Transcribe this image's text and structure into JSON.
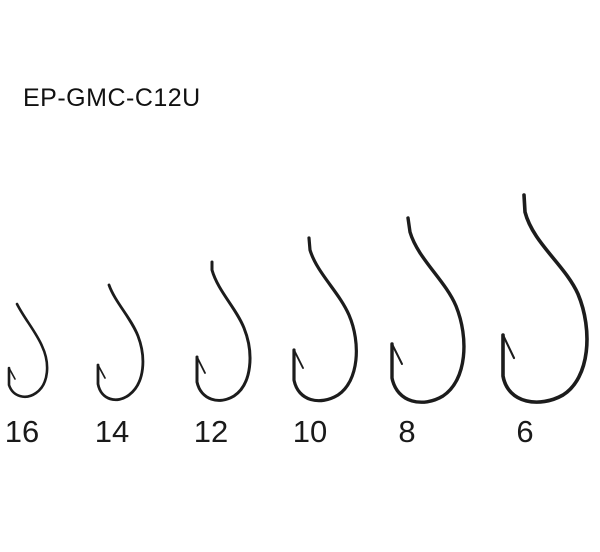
{
  "product": {
    "model_code": "EP-GMC-C12U"
  },
  "hooks": [
    {
      "size_label": "16",
      "icon": "fishing-hook-icon"
    },
    {
      "size_label": "14",
      "icon": "fishing-hook-icon"
    },
    {
      "size_label": "12",
      "icon": "fishing-hook-icon"
    },
    {
      "size_label": "10",
      "icon": "fishing-hook-icon"
    },
    {
      "size_label": "8",
      "icon": "fishing-hook-icon"
    },
    {
      "size_label": "6",
      "icon": "fishing-hook-icon"
    }
  ],
  "colors": {
    "background": "#ffffff",
    "hook": "#1c1c1c",
    "text": "#111111"
  }
}
